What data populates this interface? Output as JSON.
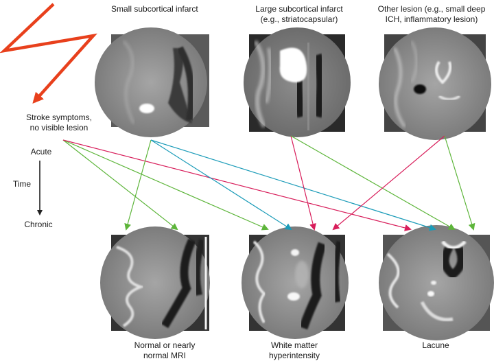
{
  "top_panels": [
    {
      "caption": "Small subcortical infarct"
    },
    {
      "caption": "Large subcortical infarct\n(e.g., striatocapsular)"
    },
    {
      "caption": "Other lesion (e.g., small deep\nICH, inflammatory lesion)"
    }
  ],
  "bottom_panels": [
    {
      "caption": "Normal or nearly\nnormal MRI"
    },
    {
      "caption": "White matter\nhyperintensity"
    },
    {
      "caption": "Lacune"
    }
  ],
  "left_column": {
    "symptoms": "Stroke symptoms,\nno visible lesion",
    "acute": "Acute",
    "time": "Time",
    "chronic": "Chronic"
  },
  "colors": {
    "lightning": "#e8401c",
    "green_arrow": "#5db53a",
    "cyan_arrow": "#1a9bb8",
    "red_arrow": "#d81e5b",
    "time_arrow": "#222222"
  }
}
